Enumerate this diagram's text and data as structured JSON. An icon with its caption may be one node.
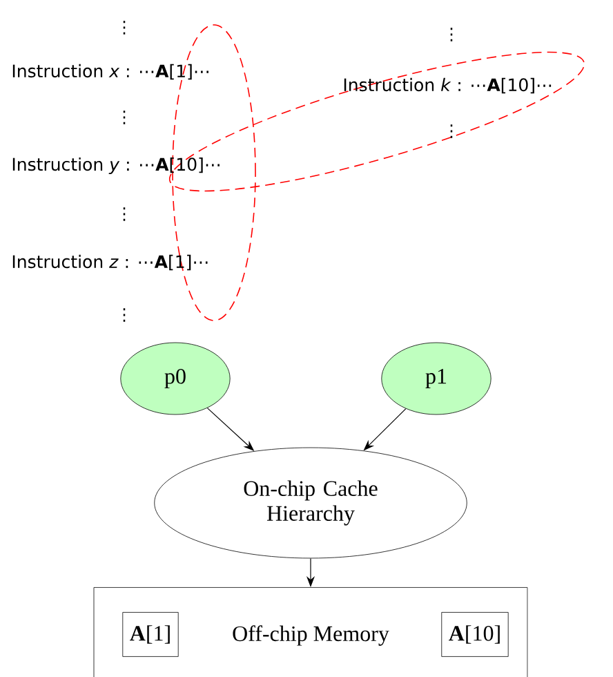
{
  "diagram": {
    "nodes": [
      {
        "text": [
          "p0"
        ]
      },
      {
        "text": [
          "p1"
        ]
      },
      {
        "text": [
          "On-chip Cache Hierarchy"
        ]
      },
      {
        "text": [
          "Off-chip Memory"
        ]
      },
      {
        "text": [
          "**A**[1]"
        ],
        "in": 3
      },
      {
        "text": [
          "**A**[10]"
        ],
        "in": 3
      },
      {
        "text": [],
        "shape": "ellipse"
      },
      {
        "text": [],
        "shape": "ellipse"
      }
    ],
    "edges": [
      {
        "from": 0,
        "to": 2,
        "arrow": "to"
      },
      {
        "from": 1,
        "to": 2,
        "arrow": "to"
      },
      {
        "from": 2,
        "to": 3,
        "arrow": "to"
      }
    ],
    "labels": [
      "⋮",
      "⋮",
      "Instruction *x* : ⋯**A**[1]⋯",
      "Instruction *k* : ⋯**A**[10]⋯",
      "⋮",
      "⋮",
      "Instruction *y* : ⋯**A**[10]⋯",
      "⋮",
      "Instruction *z* : ⋯**A**[1]⋯",
      "⋮"
    ]
  }
}
